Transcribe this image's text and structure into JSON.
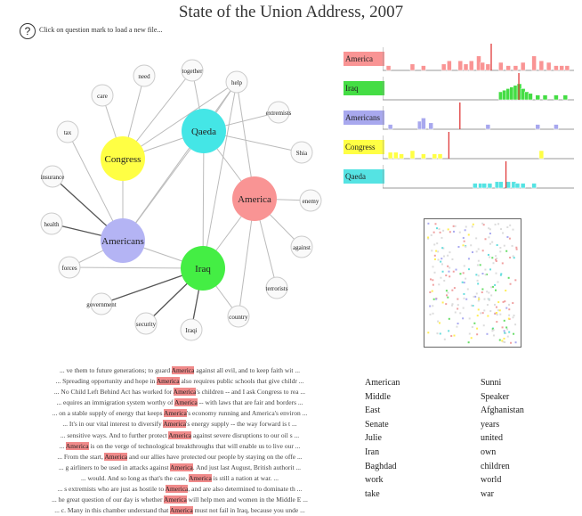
{
  "title": "State of the Union Address, 2007",
  "help": {
    "icon": "?",
    "text": "Click on question mark to load a new file..."
  },
  "graph": {
    "nodes": [
      {
        "id": "congress",
        "label": "Congress",
        "kind": "topic",
        "color": "#ffff44"
      },
      {
        "id": "qaeda",
        "label": "Qaeda",
        "kind": "topic",
        "color": "#44e6e6"
      },
      {
        "id": "america",
        "label": "America",
        "kind": "topic",
        "color": "#f99494"
      },
      {
        "id": "americans",
        "label": "Americans",
        "kind": "topic",
        "color": "#b4b4f4"
      },
      {
        "id": "iraq",
        "label": "Iraq",
        "kind": "topic",
        "color": "#44ee44"
      },
      {
        "id": "care",
        "label": "care",
        "kind": "word"
      },
      {
        "id": "need",
        "label": "need",
        "kind": "word"
      },
      {
        "id": "together",
        "label": "together",
        "kind": "word"
      },
      {
        "id": "help",
        "label": "help",
        "kind": "word"
      },
      {
        "id": "extremists",
        "label": "extremists",
        "kind": "word"
      },
      {
        "id": "shia",
        "label": "Shia",
        "kind": "word"
      },
      {
        "id": "tax",
        "label": "tax",
        "kind": "word"
      },
      {
        "id": "insurance",
        "label": "insurance",
        "kind": "word"
      },
      {
        "id": "health",
        "label": "health",
        "kind": "word"
      },
      {
        "id": "enemy",
        "label": "enemy",
        "kind": "word"
      },
      {
        "id": "against",
        "label": "against",
        "kind": "word"
      },
      {
        "id": "forces",
        "label": "forces",
        "kind": "word"
      },
      {
        "id": "terrorists",
        "label": "terrorists",
        "kind": "word"
      },
      {
        "id": "government",
        "label": "government",
        "kind": "word"
      },
      {
        "id": "security",
        "label": "security",
        "kind": "word"
      },
      {
        "id": "iraqi",
        "label": "Iraqi",
        "kind": "word"
      },
      {
        "id": "country",
        "label": "country",
        "kind": "word"
      }
    ],
    "edges": [
      [
        "congress",
        "care"
      ],
      [
        "congress",
        "need"
      ],
      [
        "congress",
        "together"
      ],
      [
        "congress",
        "help"
      ],
      [
        "congress",
        "qaeda"
      ],
      [
        "congress",
        "americans"
      ],
      [
        "qaeda",
        "help"
      ],
      [
        "qaeda",
        "together"
      ],
      [
        "qaeda",
        "extremists"
      ],
      [
        "qaeda",
        "shia"
      ],
      [
        "qaeda",
        "america"
      ],
      [
        "qaeda",
        "iraq"
      ],
      [
        "qaeda",
        "americans"
      ],
      [
        "americans",
        "tax"
      ],
      [
        "americans",
        "insurance"
      ],
      [
        "americans",
        "health"
      ],
      [
        "americans",
        "forces"
      ],
      [
        "americans",
        "iraq"
      ],
      [
        "americans",
        "help"
      ],
      [
        "america",
        "help"
      ],
      [
        "america",
        "enemy"
      ],
      [
        "america",
        "against"
      ],
      [
        "america",
        "terrorists"
      ],
      [
        "america",
        "country"
      ],
      [
        "america",
        "iraq"
      ],
      [
        "iraq",
        "forces"
      ],
      [
        "iraq",
        "government"
      ],
      [
        "iraq",
        "security"
      ],
      [
        "iraq",
        "iraqi"
      ],
      [
        "iraq",
        "country"
      ],
      [
        "iraq",
        "help"
      ]
    ]
  },
  "timeline": {
    "rows": [
      {
        "label": "America",
        "color": "#f99494",
        "marker": 0.57,
        "ticks": [
          0.01,
          0.14,
          0.2,
          0.31,
          0.34,
          0.4,
          0.43,
          0.46,
          0.5,
          0.52,
          0.55,
          0.62,
          0.66,
          0.7,
          0.74,
          0.8,
          0.84,
          0.88,
          0.92,
          0.95,
          0.98
        ],
        "heights": [
          0.3,
          0.4,
          0.3,
          0.4,
          0.6,
          0.6,
          0.4,
          0.6,
          0.9,
          0.5,
          0.4,
          0.5,
          0.3,
          0.3,
          0.5,
          0.9,
          0.6,
          0.5,
          0.3,
          0.3,
          0.3
        ]
      },
      {
        "label": "Iraq",
        "color": "#44dd44",
        "marker": 0.72,
        "ticks": [
          0.62,
          0.64,
          0.66,
          0.68,
          0.7,
          0.72,
          0.74,
          0.76,
          0.78,
          0.82,
          0.86,
          0.92,
          0.97
        ],
        "heights": [
          0.5,
          0.6,
          0.7,
          0.8,
          0.9,
          1.0,
          0.7,
          0.5,
          0.4,
          0.3,
          0.3,
          0.3,
          0.3
        ]
      },
      {
        "label": "Americans",
        "color": "#a8a8ee",
        "marker": 0.4,
        "ticks": [
          0.02,
          0.18,
          0.2,
          0.24,
          0.55,
          0.82,
          0.92
        ],
        "heights": [
          0.3,
          0.5,
          0.7,
          0.4,
          0.3,
          0.3,
          0.3
        ]
      },
      {
        "label": "Congress",
        "color": "#ffff44",
        "marker": 0.34,
        "ticks": [
          0.02,
          0.05,
          0.08,
          0.14,
          0.2,
          0.26,
          0.29,
          0.84
        ],
        "heights": [
          0.4,
          0.4,
          0.3,
          0.5,
          0.3,
          0.3,
          0.3,
          0.5
        ]
      },
      {
        "label": "Qaeda",
        "color": "#55e3e3",
        "marker": 0.65,
        "ticks": [
          0.48,
          0.51,
          0.53,
          0.56,
          0.6,
          0.62,
          0.66,
          0.69,
          0.71,
          0.74,
          0.8
        ],
        "heights": [
          0.3,
          0.3,
          0.3,
          0.3,
          0.4,
          0.4,
          0.4,
          0.4,
          0.3,
          0.3,
          0.3
        ]
      }
    ]
  },
  "context": [
    {
      "before": "... ve them to future generations; to guard ",
      "hit": "America",
      "after": " against all evil, and to keep faith wit ..."
    },
    {
      "before": "... Spreading opportunity and hope in ",
      "hit": "America",
      "after": " also requires public schools that give childr ..."
    },
    {
      "before": "... No Child Left Behind Act has worked for ",
      "hit": "America",
      "after": "'s children -- and I ask Congress to rea ..."
    },
    {
      "before": "... equires an immigration system worthy of ",
      "hit": "America",
      "after": " -- with laws that are fair and borders ..."
    },
    {
      "before": "... on a stable supply of energy that keeps ",
      "hit": "America",
      "after": "'s economy running and America's environ ..."
    },
    {
      "before": "... It's in our vital interest to diversify ",
      "hit": "America",
      "after": "'s energy supply -- the way forward is t ..."
    },
    {
      "before": "... sensitive ways. And to further protect ",
      "hit": "America",
      "after": " against severe disruptions to our oil s ..."
    },
    {
      "before": "... ",
      "hit": "America",
      "after": " is on the verge of technological breakthroughs that will enable us to live our ..."
    },
    {
      "before": "... From the start, ",
      "hit": "America",
      "after": " and our allies have protected our people by staying on the offe ..."
    },
    {
      "before": "... g airliners to be used in attacks against ",
      "hit": "America",
      "after": ". And just last August, British authorit ..."
    },
    {
      "before": "... would. And so long as that's the case, ",
      "hit": "America",
      "after": " is still a nation at war. ..."
    },
    {
      "before": "... s extremists who are just as hostile to ",
      "hit": "America",
      "after": ", and are also determined to dominate th ..."
    },
    {
      "before": "... he great question of our day is whether ",
      "hit": "America",
      "after": " will help men and women in the Middle E ..."
    },
    {
      "before": "... c. Many in this chamber understand that ",
      "hit": "America",
      "after": " must not fail in Iraq, because you unde ..."
    }
  ],
  "words_col1": [
    "American",
    "Middle",
    "East",
    "Senate",
    "Julie",
    "Iran",
    "Baghdad",
    "work",
    "take"
  ],
  "words_col2": [
    "Sunni",
    "Speaker",
    "Afghanistan",
    "years",
    "united",
    "own",
    "children",
    "world",
    "war"
  ]
}
